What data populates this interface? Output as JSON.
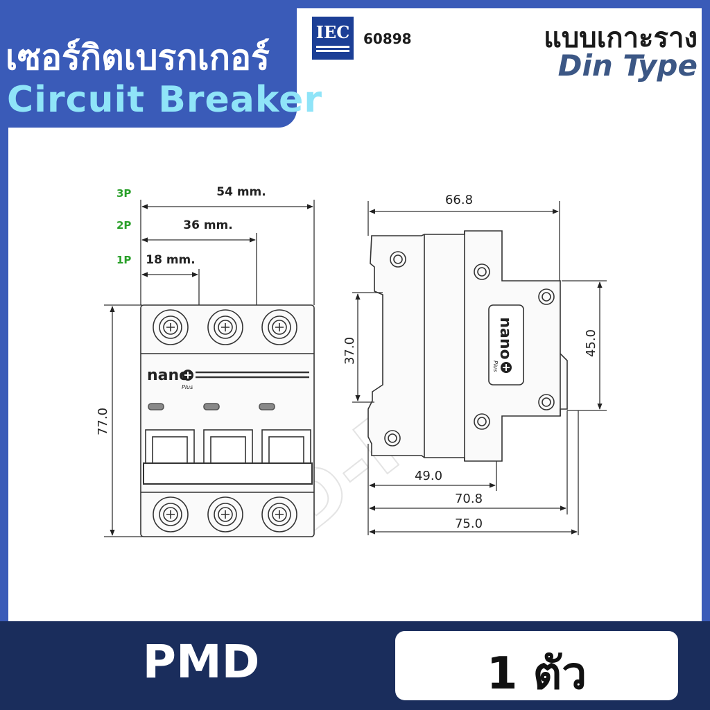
{
  "header": {
    "title_th": "เซอร์กิตเบรกเกอร์",
    "title_en": "Circuit Breaker",
    "standard_logo": "IEC",
    "standard_number": "60898",
    "mount_type_th": "แบบเกาะราง",
    "mount_type_en": "Din Type"
  },
  "front_view": {
    "width_3p_label": "3P",
    "width_3p": "54 mm.",
    "width_2p_label": "2P",
    "width_2p": "36 mm.",
    "width_1p_label": "1P",
    "width_1p": "18 mm.",
    "height": "77.0",
    "brand": "nano",
    "brand_sub": "Plus"
  },
  "side_view": {
    "top_width": "66.8",
    "clip_height": "37.0",
    "front_height": "45.0",
    "depth_49": "49.0",
    "depth_708": "70.8",
    "depth_75": "75.0",
    "brand": "nano",
    "brand_sub": "Plus"
  },
  "watermark": "D-PLUG",
  "footer": {
    "model": "PMD",
    "quantity": "1 ตัว"
  },
  "colors": {
    "primary_blue": "#3a5bb8",
    "title_cyan": "#8fe4f8",
    "iec_blue": "#1c3f96",
    "pole_label_green": "#2aa02a",
    "footer_navy": "#1a2d5c"
  }
}
